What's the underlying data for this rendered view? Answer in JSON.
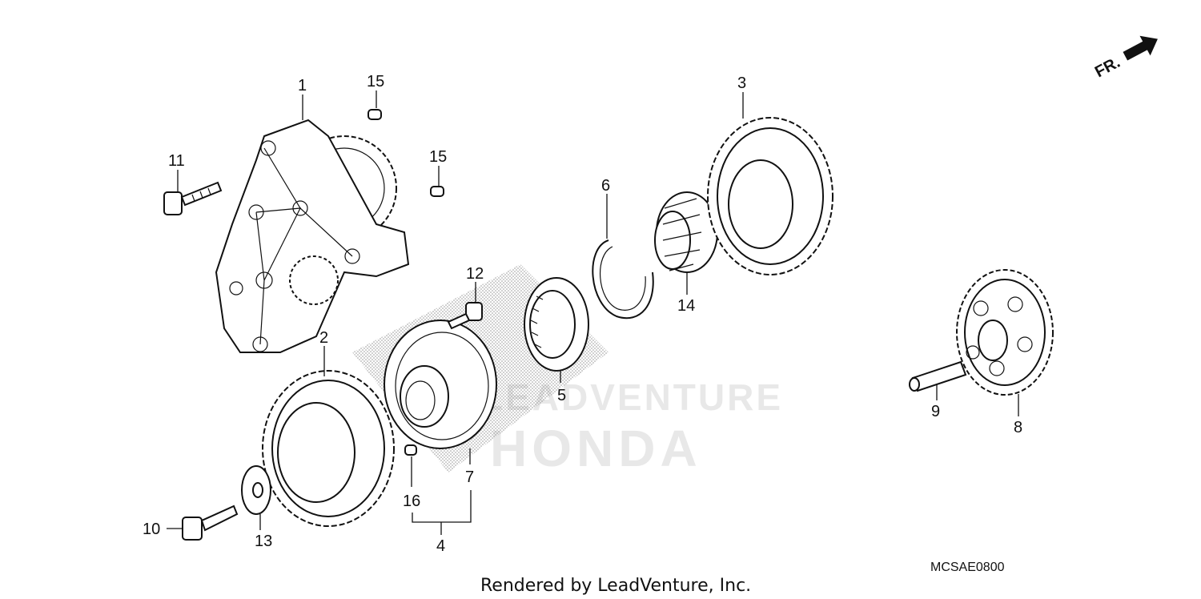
{
  "callouts": [
    {
      "id": "1",
      "label": "1"
    },
    {
      "id": "2",
      "label": "2"
    },
    {
      "id": "3",
      "label": "3"
    },
    {
      "id": "4",
      "label": "4"
    },
    {
      "id": "5",
      "label": "5"
    },
    {
      "id": "6",
      "label": "6"
    },
    {
      "id": "7",
      "label": "7"
    },
    {
      "id": "8",
      "label": "8"
    },
    {
      "id": "9",
      "label": "9"
    },
    {
      "id": "10",
      "label": "10"
    },
    {
      "id": "11",
      "label": "11"
    },
    {
      "id": "12",
      "label": "12"
    },
    {
      "id": "13",
      "label": "13"
    },
    {
      "id": "14",
      "label": "14"
    },
    {
      "id": "15a",
      "label": "15"
    },
    {
      "id": "15b",
      "label": "15"
    },
    {
      "id": "16",
      "label": "16"
    }
  ],
  "direction_marker": "FR.",
  "diagram_code": "MCSAE0800",
  "footer": "Rendered by LeadVenture, Inc.",
  "watermark": {
    "word1": "LEADVENTURE",
    "word2": "HONDA"
  }
}
